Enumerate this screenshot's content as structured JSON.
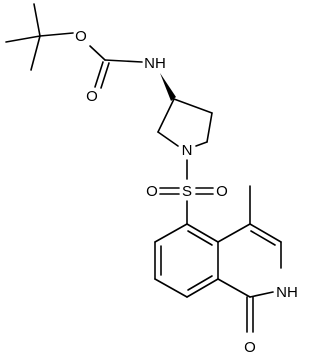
{
  "molecule": {
    "atom_labels": {
      "ester_o": "O",
      "carbonyl_o": "O",
      "carbamate_nh": "NH",
      "ring_n": "N",
      "sulfur": "S",
      "sulfonyl_o_left": "O",
      "sulfonyl_o_right": "O",
      "lactam_nh": "NH",
      "lactam_o": "O"
    },
    "colors": {
      "bond": "#000000",
      "label": "#000000",
      "background": "#ffffff"
    }
  }
}
